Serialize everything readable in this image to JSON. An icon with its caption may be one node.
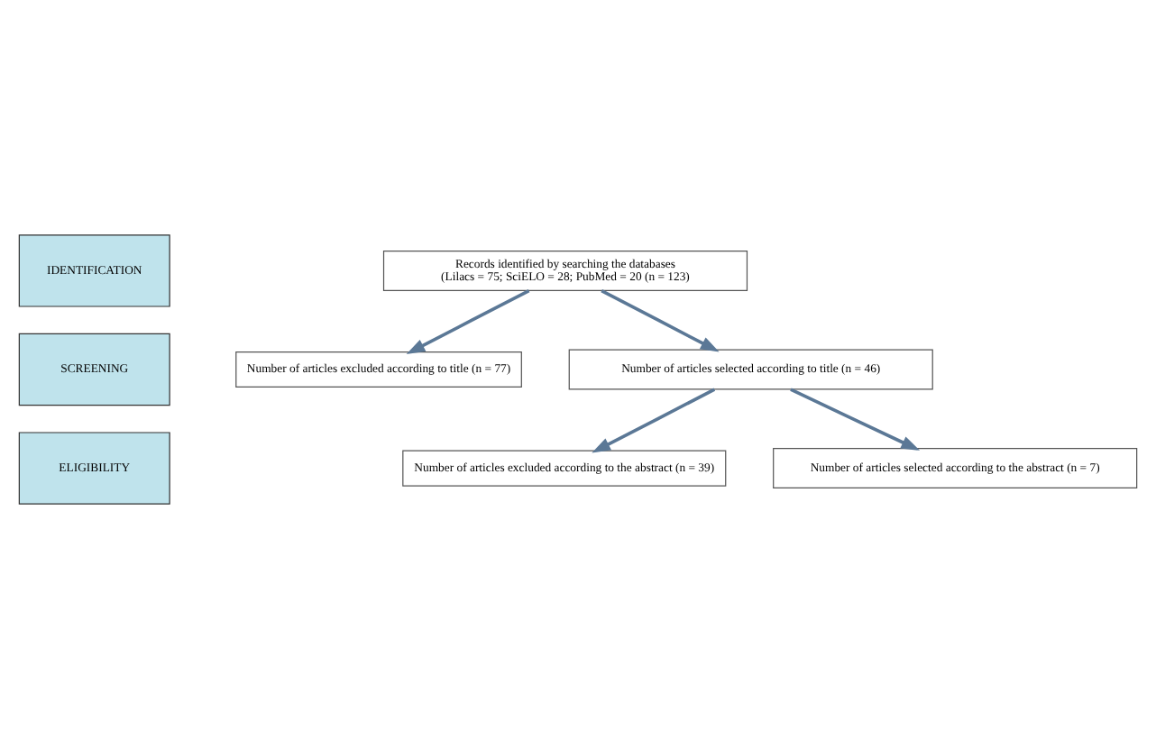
{
  "diagram": {
    "nodes": [
      {
        "text": [
          "IDENTIFICATION"
        ]
      },
      {
        "text": [
          "SCREENING"
        ]
      },
      {
        "text": [
          "ELIGIBILITY"
        ]
      },
      {
        "text": [
          "Records identified by searching the databases",
          "(Lilacs = 75; SciELO = 28; PubMed = 20 (n = 123)"
        ]
      },
      {
        "text": [
          "Number of articles excluded according to title (n = 77)"
        ]
      },
      {
        "text": [
          "Number of articles selected according to title (n = 46)"
        ]
      },
      {
        "text": [
          "Number of articles excluded according to the abstract (n = 39)"
        ]
      },
      {
        "text": [
          "Number of articles selected according to the abstract (n = 7)"
        ]
      }
    ],
    "edges": [
      {
        "from": 3,
        "to": 5,
        "arrow": "to"
      },
      {
        "from": 3,
        "to": 4,
        "arrow": "to"
      },
      {
        "from": 5,
        "to": 7,
        "arrow": "to"
      },
      {
        "from": 5,
        "to": 6,
        "arrow": "to"
      }
    ]
  }
}
